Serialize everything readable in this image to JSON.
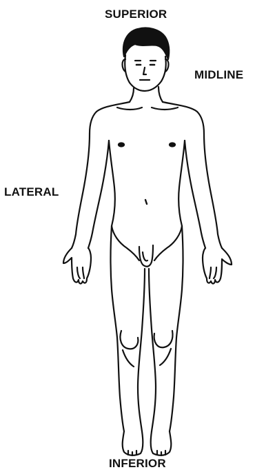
{
  "labels": {
    "superior": "SUPERIOR",
    "midline": "MIDLINE",
    "lateral": "LATERAL",
    "inferior": "INFERIOR"
  },
  "figure": {
    "subject": "human-body-anatomical-position-icon"
  },
  "colors": {
    "ink": "#111111",
    "background": "#ffffff"
  }
}
